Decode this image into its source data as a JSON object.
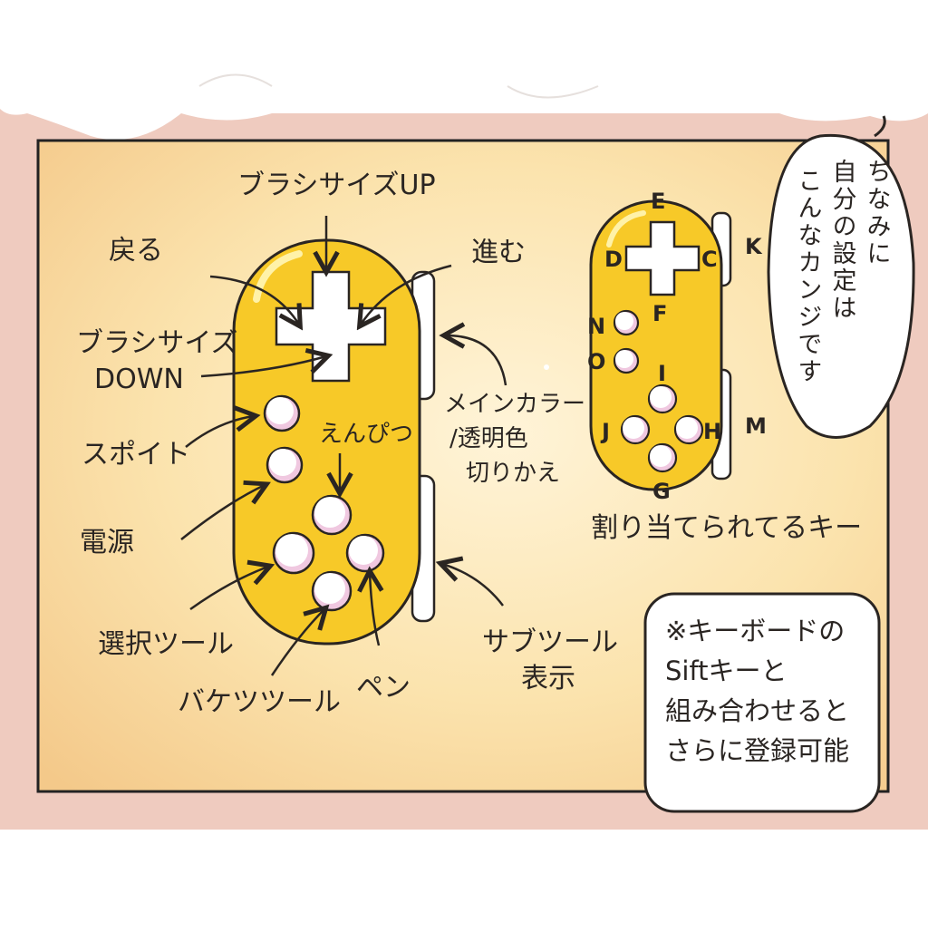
{
  "colors": {
    "outer_background": "#efcbbf",
    "panel_background": "#f9dfa6",
    "controller_yellow": "#f7c928",
    "button_white": "#ffffff",
    "button_shadow": "#f0c8e0",
    "ink": "#2a2522"
  },
  "left_controller": {
    "labels": {
      "brush_size_up": "ブラシサイズUP",
      "back": "戻る",
      "forward": "進む",
      "brush_size_down_line1": "ブラシサイズ",
      "brush_size_down_line2": "DOWN",
      "main_color_line1": "メインカラー",
      "main_color_line2": "/透明色",
      "main_color_line3": "切りかえ",
      "eyedropper": "スポイト",
      "pencil": "えんぴつ",
      "power": "電源",
      "select_tool": "選択ツール",
      "bucket_tool": "バケツツール",
      "pen": "ペン",
      "sub_tool_line1": "サブツール",
      "sub_tool_line2": "表示"
    }
  },
  "right_controller": {
    "keys": {
      "e": "E",
      "d": "D",
      "c": "C",
      "k": "K",
      "f": "F",
      "n": "N",
      "o": "O",
      "i": "I",
      "j": "J",
      "h": "H",
      "m": "M",
      "g": "G"
    },
    "caption": "割り当てられてるキー"
  },
  "speech_bubble": {
    "col1": "ちなみに",
    "col2": "自分の設定は",
    "col3": "こんなカンジです"
  },
  "note_box": {
    "line1": "※キーボードの",
    "line2": "Siftキーと",
    "line3": "組み合わせると",
    "line4": "さらに登録可能"
  }
}
